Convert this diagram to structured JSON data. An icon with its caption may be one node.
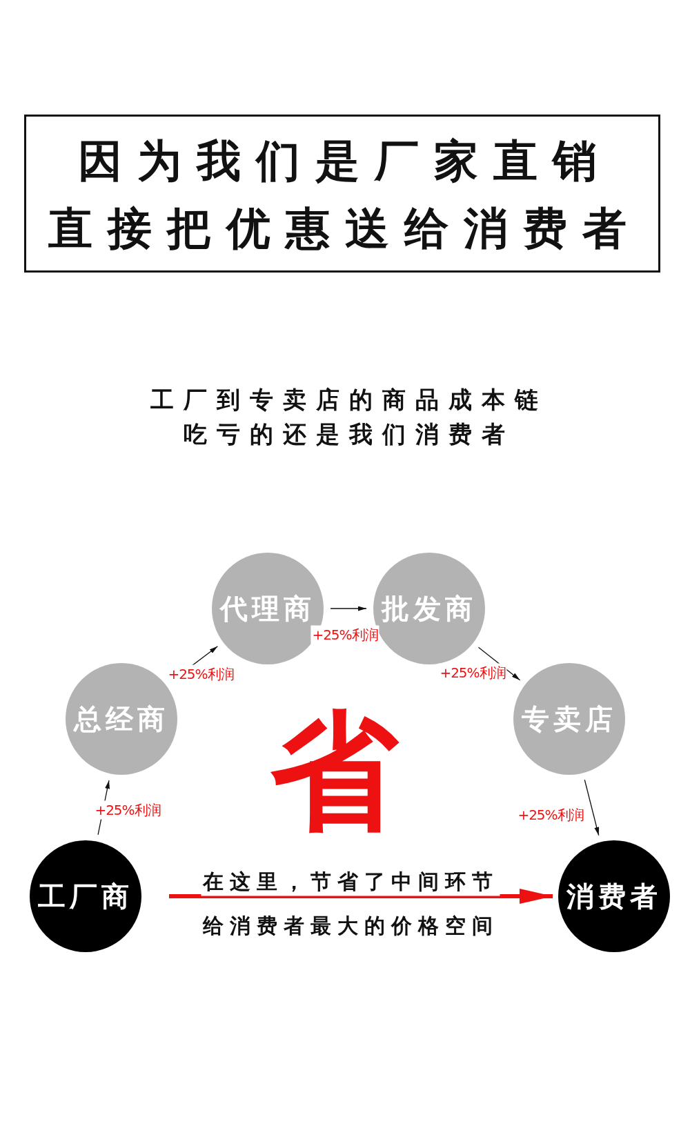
{
  "diagram": {
    "nodes": [
      {
        "text": [
          "工厂商"
        ]
      },
      {
        "text": [
          "总经商"
        ]
      },
      {
        "text": [
          "代理商"
        ]
      },
      {
        "text": [
          "批发商"
        ]
      },
      {
        "text": [
          "专卖店"
        ]
      },
      {
        "text": [
          "消费者"
        ]
      }
    ],
    "edges": [
      {
        "from": 0,
        "to": 1,
        "arrow": "to",
        "label": "+25%利润"
      },
      {
        "from": 1,
        "to": 2,
        "arrow": "to",
        "label": "+25%利润"
      },
      {
        "from": 2,
        "to": 3,
        "arrow": "to",
        "label": "+25%利润"
      },
      {
        "from": 3,
        "to": 4,
        "arrow": "to",
        "label": "+25%利润"
      },
      {
        "from": 4,
        "to": 5,
        "arrow": "to",
        "label": "+25%利润"
      },
      {
        "from": 0,
        "to": 5,
        "arrow": "to",
        "label": "在这里，节省了中间环节",
        "style": "thick",
        "color": "#ee1111"
      }
    ],
    "labels": [
      "因为我们是厂家直销",
      "直接把优惠送给消费者",
      "工厂到专卖店的商品成本链",
      "吃亏的还是我们消费者",
      "省",
      "给消费者最大的价格空间"
    ]
  }
}
